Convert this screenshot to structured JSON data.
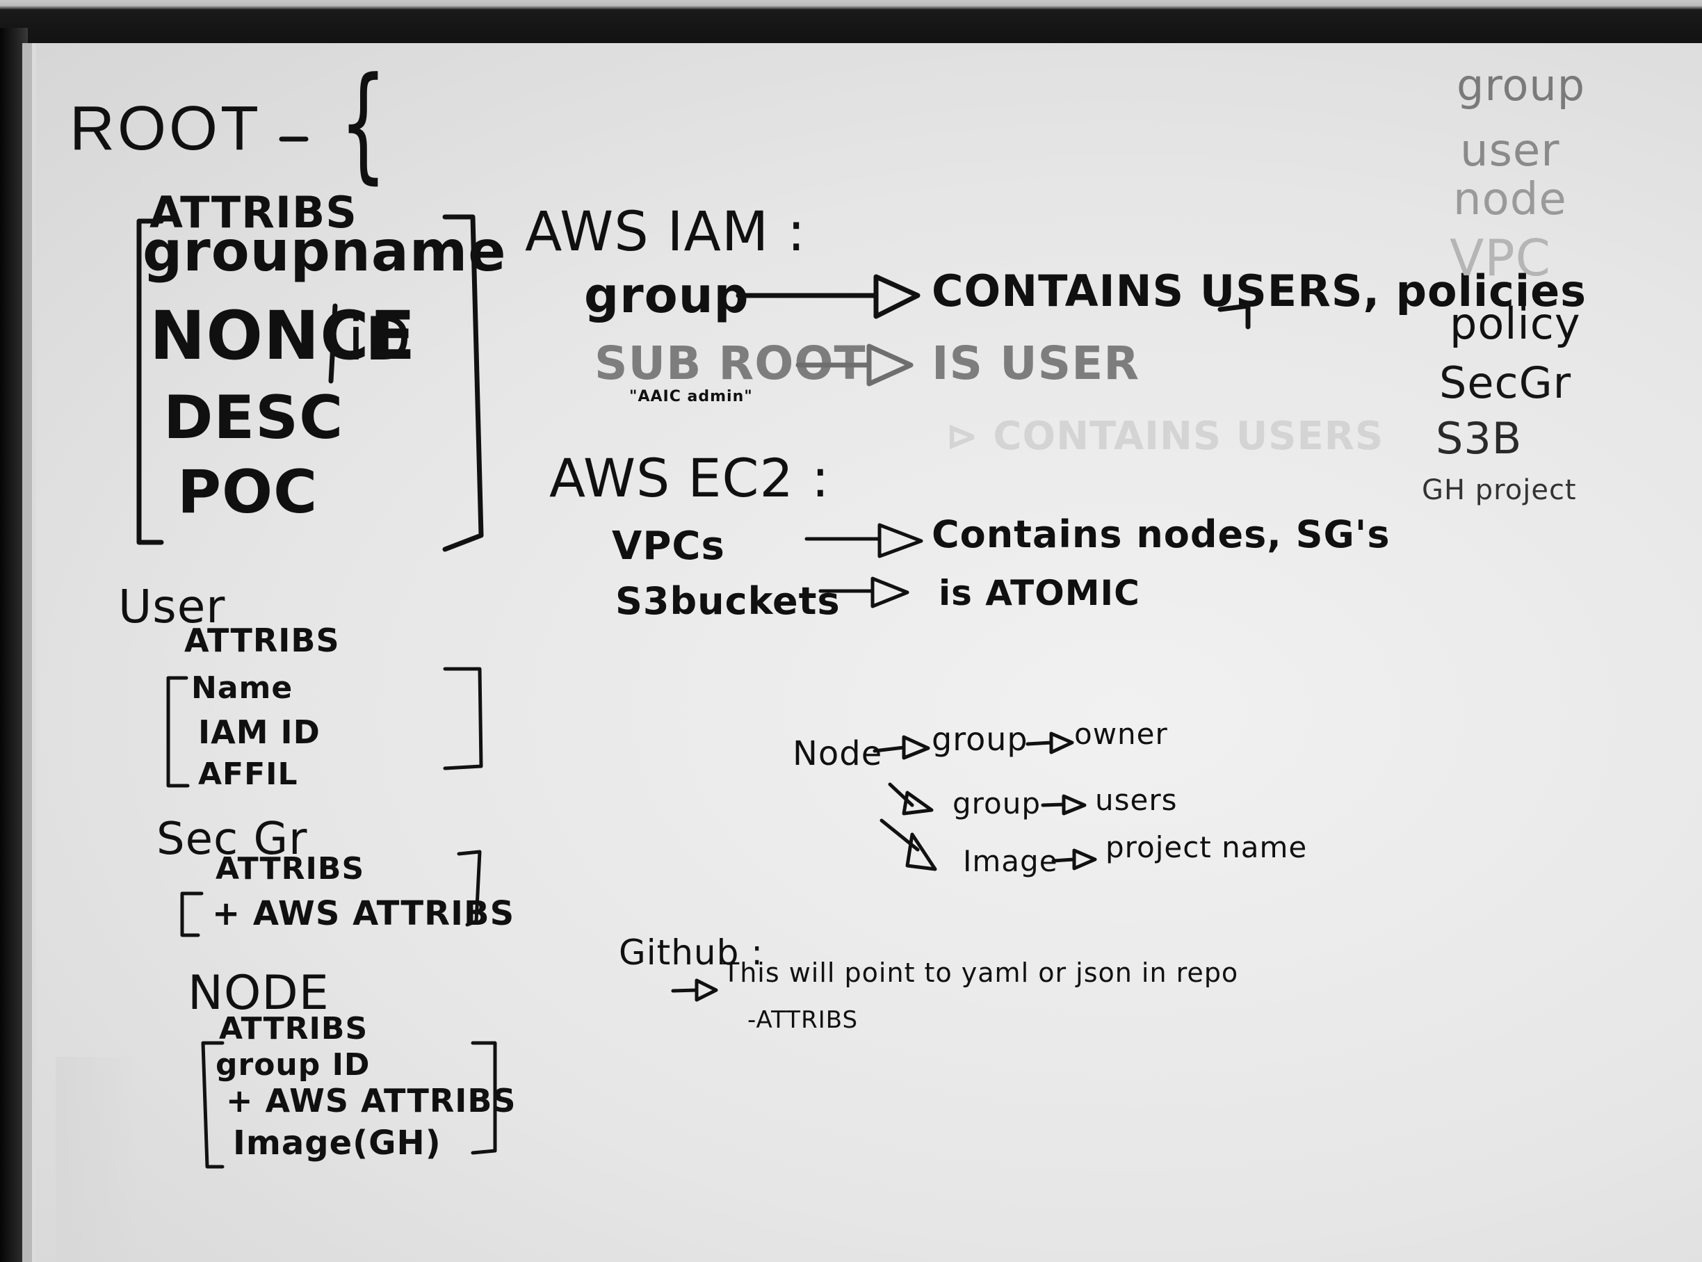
{
  "root": {
    "title": "ROOT",
    "brace": "{"
  },
  "root_box": {
    "items": [
      "ATTRIBS",
      "groupname",
      "NONCE",
      "iD",
      "DESC",
      "POC"
    ]
  },
  "user": {
    "title": "User",
    "attribs": "ATTRIBS",
    "items": [
      "Name",
      "IAM ID",
      "AFFIL"
    ]
  },
  "secgr": {
    "title": "Sec Gr",
    "attribs": "ATTRIBS",
    "items": [
      "+ AWS ATTRIBS"
    ]
  },
  "node": {
    "title": "NODE",
    "attribs": "ATTRIBS",
    "items": [
      "group ID",
      "+ AWS ATTRIBS",
      "Image(GH)"
    ]
  },
  "aws_iam": {
    "title": "AWS IAM :",
    "rows": [
      {
        "left": "group",
        "right": "CONTAINS USERS, policies"
      },
      {
        "left": "SUB ROOT",
        "sub": "\"AAIC admin\"",
        "right": "IS USER"
      }
    ]
  },
  "aws_ec2": {
    "title": "AWS EC2 :",
    "rows": [
      {
        "left": "VPCs",
        "right": "Contains nodes, SG's"
      },
      {
        "left": "S3buckets",
        "right": "is ATOMIC"
      }
    ]
  },
  "hierarchy": {
    "node": "Node",
    "group": "group",
    "owner": "owner",
    "group2": "group",
    "users": "users",
    "image": "Image",
    "project": "project name"
  },
  "github": {
    "title": "Github :",
    "line1": "This will point to yaml or json in repo",
    "line2": "-ATTRIBS"
  },
  "legend": {
    "items": [
      "group",
      "user",
      "node",
      "VPC",
      "policy",
      "SecGr",
      "S3B",
      "GH project"
    ],
    "tones": [
      "#7a7a7a",
      "#8a8a8a",
      "#9a9a9a",
      "#b5b5b5",
      "#111111",
      "#151515",
      "#2a2a2a",
      "#333333"
    ]
  }
}
